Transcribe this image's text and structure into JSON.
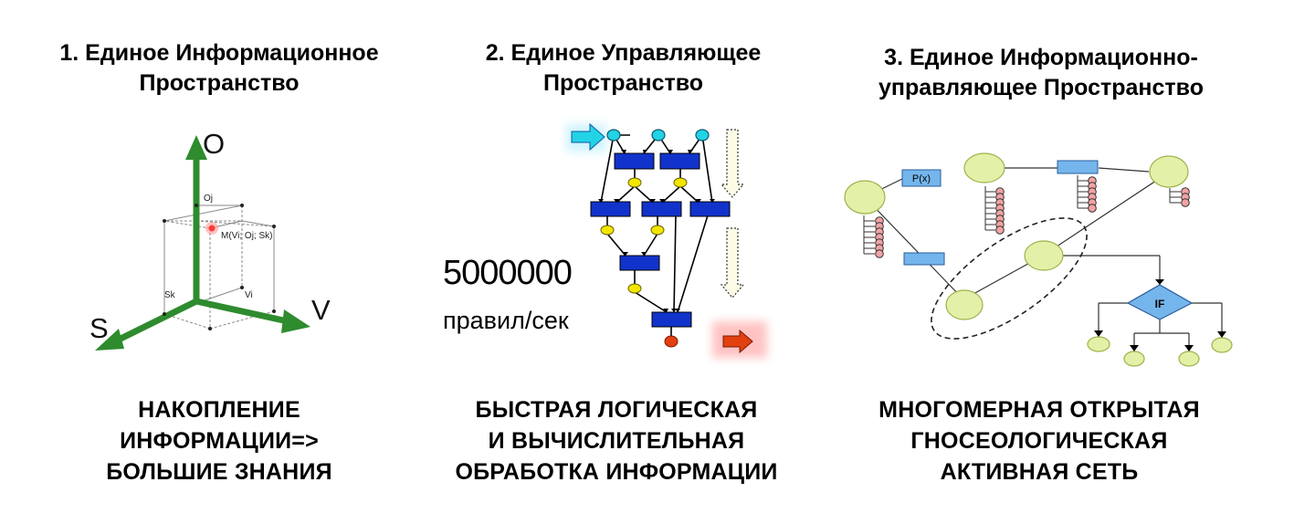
{
  "panels": [
    {
      "title_line1": "1. Единое Информационное",
      "title_line2": "Пространство",
      "bottom": [
        "НАКОПЛЕНИЕ",
        "ИНФОРМАЦИИ=>",
        "БОЛЬШИЕ ЗНАНИЯ"
      ],
      "axes": {
        "o": "O",
        "s": "S",
        "v": "V"
      },
      "labels": {
        "oj": "Oj",
        "sk": "Sk",
        "vi": "Vi",
        "point": "M(Vi; Oj; Sk)"
      }
    },
    {
      "title_line1": "2. Единое Управляющее",
      "title_line2": "Пространство",
      "bottom": [
        "БЫСТРАЯ ЛОГИЧЕСКАЯ",
        "И ВЫЧИСЛИТЕЛЬНАЯ",
        "ОБРАБОТКА ИНФОРМАЦИИ"
      ],
      "rate_value": "5000000",
      "rate_unit": "правил/сек"
    },
    {
      "title_line1": "3. Единое Информационно-",
      "title_line2": "управляющее Пространство",
      "bottom": [
        "МНОГОМЕРНАЯ ОТКРЫТАЯ",
        "ГНОСЕОЛОГИЧЕСКАЯ",
        "АКТИВНАЯ СЕТЬ"
      ],
      "node_labels": {
        "predicate": "P(x)",
        "condition": "IF"
      }
    }
  ],
  "colors": {
    "axis_green": "#2e8b2e",
    "point_red": "#ff3b3b",
    "rule_blue": "#1133cc",
    "input_cyan": "#22d3e6",
    "fact_yellow": "#f2e600",
    "output_red": "#e34010",
    "node_green": "#e3f0a8",
    "attr_pink": "#f3a3a3",
    "box_lightblue": "#74b6ec"
  },
  "icons": [
    "input-arrow-icon",
    "output-arrow-icon",
    "flow-down-arrow-icon"
  ]
}
